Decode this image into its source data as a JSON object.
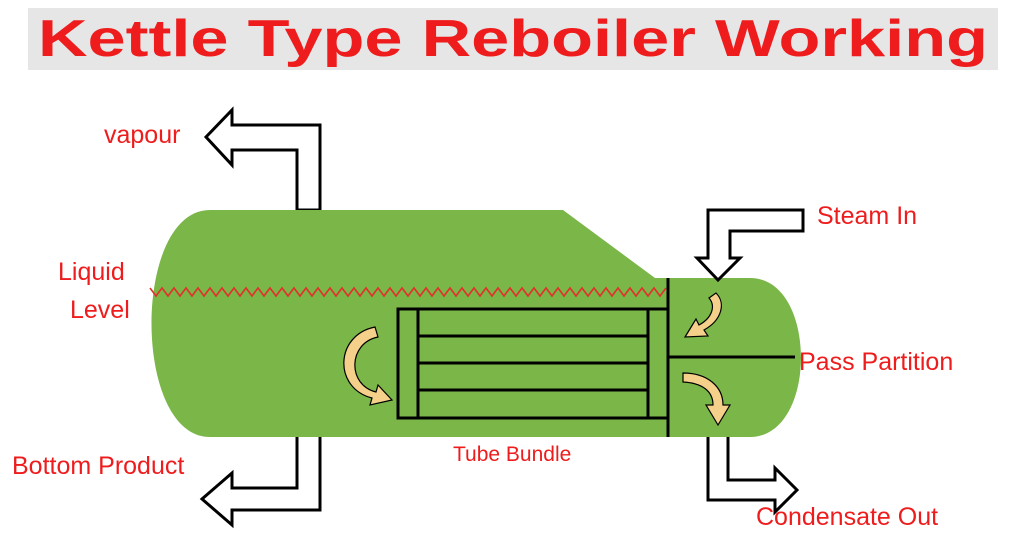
{
  "title": "Kettle Type Reboiler Working",
  "labels": {
    "vapour": "vapour",
    "liquid_level_line1": "Liquid",
    "liquid_level_line2": "Level",
    "bottom_product": "Bottom Product",
    "tube_bundle": "Tube Bundle",
    "steam_in": "Steam In",
    "pass_partition": "Pass Partition",
    "condensate_out": "Condensate Out"
  },
  "colors": {
    "title_text": "#ee1c1c",
    "title_band": "#e6e6e6",
    "shell_fill": "#7ab648",
    "outline": "#000000",
    "wave": "#e0312a",
    "flow_arrow": "#f5d08a",
    "label_text": "#ee1c1c"
  }
}
